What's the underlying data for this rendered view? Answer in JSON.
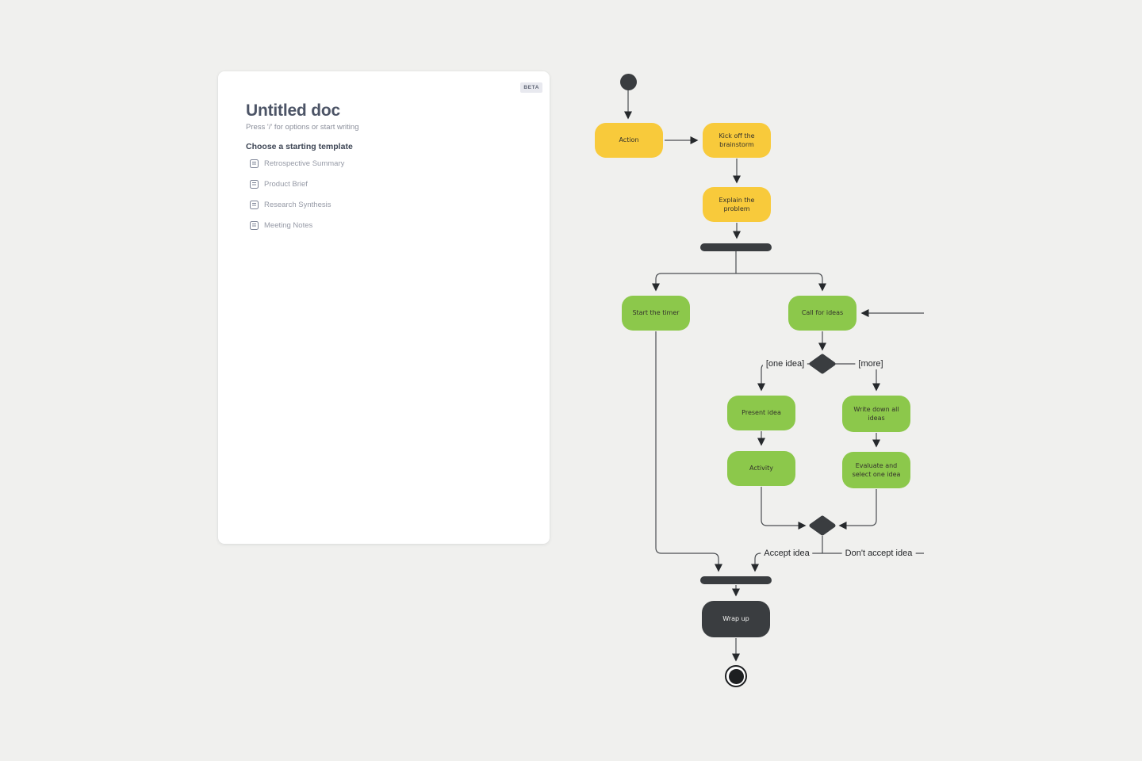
{
  "doc_panel": {
    "beta_badge": "BETA",
    "title": "Untitled doc",
    "placeholder": "Press '/' for options or start writing",
    "templates_heading": "Choose a starting template",
    "templates": [
      {
        "label": "Retrospective Summary"
      },
      {
        "label": "Product Brief"
      },
      {
        "label": "Research Synthesis"
      },
      {
        "label": "Meeting Notes"
      }
    ]
  },
  "diagram": {
    "colors": {
      "yellow_node": "#F8CA3B",
      "green_node": "#8CC84B",
      "dark_node": "#3A3D40",
      "connector": "#4B4E52",
      "background": "#F0F0EE"
    },
    "nodes": {
      "action": "Action",
      "kickoff": "Kick off the brainstorm",
      "explain": "Explain the problem",
      "start_timer": "Start the timer",
      "call_ideas": "Call for ideas",
      "present_idea": "Present idea",
      "write_down": "Write down all ideas",
      "activity": "Activity",
      "evaluate": "Evaluate and select one idea",
      "wrap_up": "Wrap up"
    },
    "edge_labels": {
      "one_idea": "[one idea]",
      "more": "[more]",
      "accept": "Accept idea",
      "dont_accept": "Don't accept idea"
    }
  }
}
